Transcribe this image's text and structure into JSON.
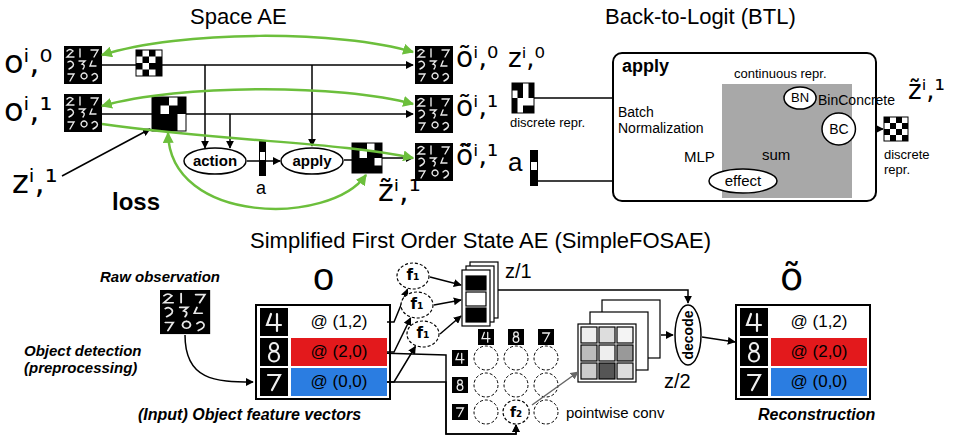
{
  "diagram": {
    "nodes": [
      {
        "text": [
          "action"
        ]
      },
      {
        "text": [
          "apply"
        ]
      },
      {
        "text": [
          "apply"
        ]
      },
      {
        "text": [
          "continuous repr."
        ],
        "in": 2
      },
      {
        "text": [
          "BN"
        ],
        "in": 3
      },
      {
        "text": [
          "effect"
        ],
        "in": 2
      },
      {
        "text": [
          "BC"
        ],
        "in": 2
      },
      {
        "text": [
          "o"
        ]
      },
      {
        "text": [
          "@ (1,2)"
        ],
        "in": 7
      },
      {
        "text": [
          "@ (2,0)"
        ],
        "in": 7
      },
      {
        "text": [
          "@ (0,0)"
        ],
        "in": 7
      },
      {
        "text": [
          "f₁"
        ]
      },
      {
        "text": [
          "f₁"
        ]
      },
      {
        "text": [
          "f₁"
        ]
      },
      {
        "text": [
          "f₂"
        ]
      },
      {
        "text": [
          "decode"
        ]
      },
      {
        "text": [
          "õ"
        ]
      },
      {
        "text": [
          "@ (1,2)"
        ],
        "in": 16
      },
      {
        "text": [
          "@ (2,0)"
        ],
        "in": 16
      },
      {
        "text": [
          "@ (0,0)"
        ],
        "in": 16
      }
    ],
    "edges": [
      {
        "from": 0,
        "to": 1,
        "arrow": "to"
      },
      {
        "from": 4,
        "to": 6,
        "arrow": "to"
      },
      {
        "from": 5,
        "to": 6,
        "arrow": "to"
      },
      {
        "from": 8,
        "to": 11,
        "arrow": "to"
      },
      {
        "from": 9,
        "to": 12,
        "arrow": "to"
      },
      {
        "from": 10,
        "to": 13,
        "arrow": "to"
      },
      {
        "from": 9,
        "to": 14,
        "arrow": "to"
      },
      {
        "from": 10,
        "to": 14,
        "arrow": "to"
      },
      {
        "from": 15,
        "to": 16,
        "arrow": "to"
      }
    ],
    "labels": [
      "Space AE",
      "oⁱ,⁰",
      "oⁱ,¹",
      "zⁱ,¹",
      "loss",
      "a",
      "z̃ⁱ,¹",
      "õⁱ,⁰",
      "õⁱ,¹",
      "õ̃ⁱ,¹",
      "Back-to-Logit (BTL)",
      "zⁱ,⁰",
      "discrete repr.",
      "a",
      "Batch Normalization",
      "MLP",
      "sum",
      "BinConcrete",
      "z̃ⁱ,¹",
      "discrete repr.",
      "Simplified First Order State AE (SimpleFOSAE)",
      "Raw observation",
      "Object detection (preprocessing)",
      "(Input) Object feature vectors",
      "z/1",
      "z/2",
      "pointwise conv",
      "Reconstruction"
    ]
  }
}
